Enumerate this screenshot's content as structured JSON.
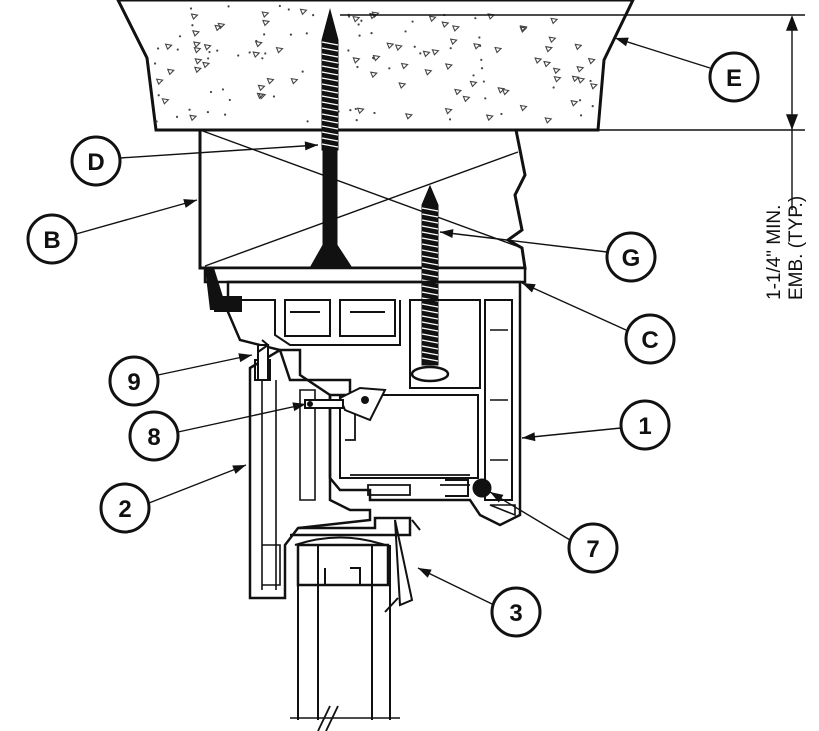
{
  "callouts": {
    "E": "E",
    "D": "D",
    "B": "B",
    "G": "G",
    "C": "C",
    "9": "9",
    "8": "8",
    "1": "1",
    "2": "2",
    "7": "7",
    "3": "3"
  },
  "dimension": {
    "line1": "1-1/4\" MIN.",
    "line2": "EMB. (TYP.)"
  },
  "colors": {
    "ink": "#111111",
    "paper": "#ffffff",
    "speckle": "#444444"
  }
}
